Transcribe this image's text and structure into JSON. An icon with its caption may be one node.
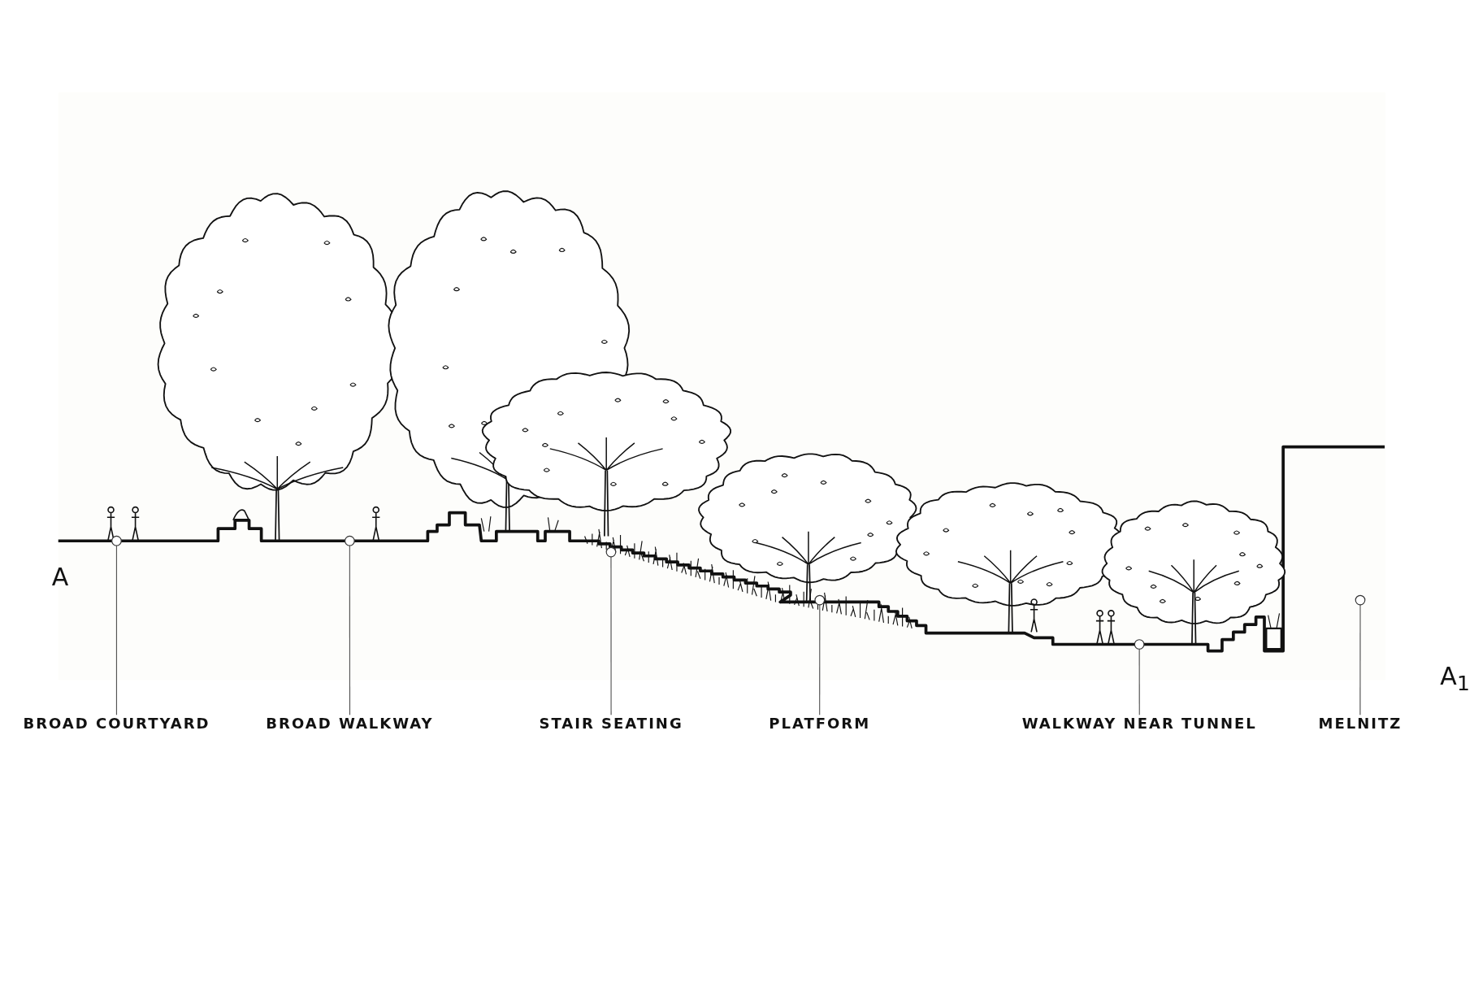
{
  "diagram": {
    "nodes": [
      {
        "text": [
          "BROAD COURTYARD"
        ]
      },
      {
        "text": [
          "BROAD WALKWAY"
        ]
      },
      {
        "text": [
          "STAIR SEATING"
        ]
      },
      {
        "text": [
          "PLATFORM"
        ]
      },
      {
        "text": [
          "WALKWAY NEAR TUNNEL"
        ]
      },
      {
        "text": [
          "MELNITZ"
        ]
      },
      {
        "text": [],
        "shape": "circle"
      },
      {
        "text": [],
        "shape": "circle"
      },
      {
        "text": [],
        "shape": "circle"
      },
      {
        "text": [],
        "shape": "circle"
      },
      {
        "text": [],
        "shape": "circle"
      },
      {
        "text": [],
        "shape": "circle"
      }
    ],
    "edges": [
      {
        "from": 0,
        "to": 6,
        "arrow": "none"
      },
      {
        "from": 1,
        "to": 7,
        "arrow": "none"
      },
      {
        "from": 2,
        "to": 8,
        "arrow": "none"
      },
      {
        "from": 3,
        "to": 9,
        "arrow": "none"
      },
      {
        "from": 4,
        "to": 10,
        "arrow": "none"
      },
      {
        "from": 5,
        "to": 11,
        "arrow": "none"
      }
    ],
    "labels": [
      "A",
      "A$_{1}$"
    ]
  }
}
